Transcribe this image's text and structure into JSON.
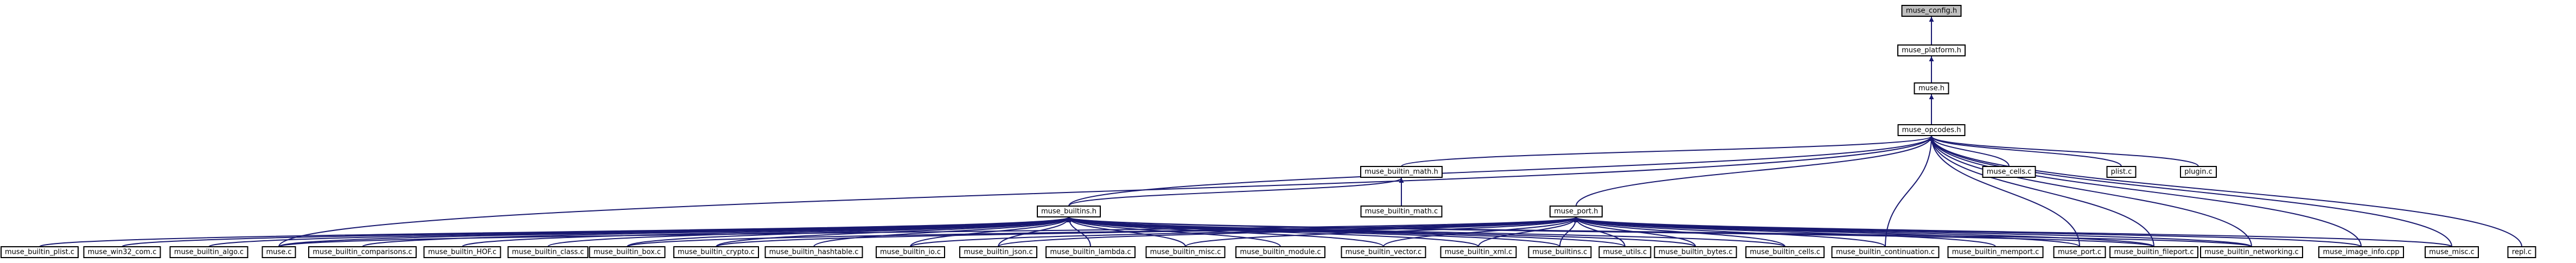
{
  "title": "muse_config.h",
  "colors": {
    "edge": "#191970",
    "root_fill": "#bfbfbf",
    "node_fill": "#ffffff",
    "node_border": "#000000",
    "background": "#ffffff"
  },
  "nodes": [
    {
      "id": "muse_config_h",
      "label": "muse_config.h",
      "root": true
    },
    {
      "id": "muse_platform_h",
      "label": "muse_platform.h"
    },
    {
      "id": "muse_h",
      "label": "muse.h"
    },
    {
      "id": "muse_opcodes_h",
      "label": "muse_opcodes.h"
    },
    {
      "id": "muse_builtin_math_h",
      "label": "muse_builtin_math.h"
    },
    {
      "id": "muse_cells_c",
      "label": "muse_cells.c"
    },
    {
      "id": "plist_c",
      "label": "plist.c"
    },
    {
      "id": "plugin_c",
      "label": "plugin.c"
    },
    {
      "id": "muse_builtins_h",
      "label": "muse_builtins.h"
    },
    {
      "id": "muse_builtin_math_c",
      "label": "muse_builtin_math.c"
    },
    {
      "id": "muse_port_h",
      "label": "muse_port.h"
    },
    {
      "id": "muse_builtin_plist_c",
      "label": "muse_builtin_plist.c"
    },
    {
      "id": "muse_win32_com_c",
      "label": "muse_win32_com.c"
    },
    {
      "id": "muse_builtin_algo_c",
      "label": "muse_builtin_algo.c"
    },
    {
      "id": "muse_c",
      "label": "muse.c"
    },
    {
      "id": "muse_builtin_comparisons_c",
      "label": "muse_builtin_comparisons.c"
    },
    {
      "id": "muse_builtin_hof_c",
      "label": "muse_builtin_HOF.c"
    },
    {
      "id": "muse_builtin_class_c",
      "label": "muse_builtin_class.c"
    },
    {
      "id": "muse_builtin_box_c",
      "label": "muse_builtin_box.c"
    },
    {
      "id": "muse_builtin_crypto_c",
      "label": "muse_builtin_crypto.c"
    },
    {
      "id": "muse_builtin_hashtable_c",
      "label": "muse_builtin_hashtable.c"
    },
    {
      "id": "muse_builtin_io_c",
      "label": "muse_builtin_io.c"
    },
    {
      "id": "muse_builtin_json_c",
      "label": "muse_builtin_json.c"
    },
    {
      "id": "muse_builtin_lambda_c",
      "label": "muse_builtin_lambda.c"
    },
    {
      "id": "muse_builtin_misc_c",
      "label": "muse_builtin_misc.c"
    },
    {
      "id": "muse_builtin_module_c",
      "label": "muse_builtin_module.c"
    },
    {
      "id": "muse_builtin_vector_c",
      "label": "muse_builtin_vector.c"
    },
    {
      "id": "muse_builtin_xml_c",
      "label": "muse_builtin_xml.c"
    },
    {
      "id": "muse_builtins_c",
      "label": "muse_builtins.c"
    },
    {
      "id": "muse_utils_c",
      "label": "muse_utils.c"
    },
    {
      "id": "muse_builtin_bytes_c",
      "label": "muse_builtin_bytes.c"
    },
    {
      "id": "muse_builtin_cells_c",
      "label": "muse_builtin_cells.c"
    },
    {
      "id": "muse_builtin_continuation_c",
      "label": "muse_builtin_continuation.c"
    },
    {
      "id": "muse_builtin_memport_c",
      "label": "muse_builtin_memport.c"
    },
    {
      "id": "muse_port_c",
      "label": "muse_port.c"
    },
    {
      "id": "muse_builtin_fileport_c",
      "label": "muse_builtin_fileport.c"
    },
    {
      "id": "muse_builtin_networking_c",
      "label": "muse_builtin_networking.c"
    },
    {
      "id": "muse_image_info_cpp",
      "label": "muse_image_info.cpp"
    },
    {
      "id": "muse_misc_c",
      "label": "muse_misc.c"
    },
    {
      "id": "repl_c",
      "label": "repl.c"
    }
  ],
  "edges": [
    [
      "muse_platform_h",
      "muse_config_h"
    ],
    [
      "muse_h",
      "muse_platform_h"
    ],
    [
      "muse_opcodes_h",
      "muse_h"
    ],
    [
      "muse_builtin_math_h",
      "muse_opcodes_h"
    ],
    [
      "muse_cells_c",
      "muse_opcodes_h"
    ],
    [
      "plist_c",
      "muse_opcodes_h"
    ],
    [
      "plugin_c",
      "muse_opcodes_h"
    ],
    [
      "muse_builtins_h",
      "muse_opcodes_h"
    ],
    [
      "muse_port_h",
      "muse_opcodes_h"
    ],
    [
      "muse_c",
      "muse_opcodes_h"
    ],
    [
      "muse_builtin_continuation_c",
      "muse_opcodes_h"
    ],
    [
      "muse_builtin_networking_c",
      "muse_opcodes_h"
    ],
    [
      "muse_image_info_cpp",
      "muse_opcodes_h"
    ],
    [
      "muse_misc_c",
      "muse_opcodes_h"
    ],
    [
      "repl_c",
      "muse_opcodes_h"
    ],
    [
      "muse_port_c",
      "muse_opcodes_h"
    ],
    [
      "muse_builtin_fileport_c",
      "muse_opcodes_h"
    ],
    [
      "muse_builtins_h",
      "muse_builtin_math_h"
    ],
    [
      "muse_builtin_math_c",
      "muse_builtin_math_h"
    ],
    [
      "muse_builtin_plist_c",
      "muse_builtins_h"
    ],
    [
      "muse_win32_com_c",
      "muse_builtins_h"
    ],
    [
      "muse_builtin_algo_c",
      "muse_builtins_h"
    ],
    [
      "muse_c",
      "muse_builtins_h"
    ],
    [
      "muse_builtin_comparisons_c",
      "muse_builtins_h"
    ],
    [
      "muse_builtin_hof_c",
      "muse_builtins_h"
    ],
    [
      "muse_builtin_class_c",
      "muse_builtins_h"
    ],
    [
      "muse_builtin_box_c",
      "muse_builtins_h"
    ],
    [
      "muse_builtin_crypto_c",
      "muse_builtins_h"
    ],
    [
      "muse_builtin_hashtable_c",
      "muse_builtins_h"
    ],
    [
      "muse_builtin_io_c",
      "muse_builtins_h"
    ],
    [
      "muse_builtin_json_c",
      "muse_builtins_h"
    ],
    [
      "muse_builtin_lambda_c",
      "muse_builtins_h"
    ],
    [
      "muse_builtin_misc_c",
      "muse_builtins_h"
    ],
    [
      "muse_builtin_module_c",
      "muse_builtins_h"
    ],
    [
      "muse_builtin_vector_c",
      "muse_builtins_h"
    ],
    [
      "muse_builtin_xml_c",
      "muse_builtins_h"
    ],
    [
      "muse_builtins_c",
      "muse_builtins_h"
    ],
    [
      "muse_utils_c",
      "muse_builtins_h"
    ],
    [
      "muse_builtin_bytes_c",
      "muse_builtins_h"
    ],
    [
      "muse_builtin_cells_c",
      "muse_builtins_h"
    ],
    [
      "muse_builtin_networking_c",
      "muse_builtins_h"
    ],
    [
      "muse_builtin_fileport_c",
      "muse_builtins_h"
    ],
    [
      "muse_c",
      "muse_port_h"
    ],
    [
      "muse_builtin_box_c",
      "muse_port_h"
    ],
    [
      "muse_builtin_crypto_c",
      "muse_port_h"
    ],
    [
      "muse_builtin_io_c",
      "muse_port_h"
    ],
    [
      "muse_builtin_json_c",
      "muse_port_h"
    ],
    [
      "muse_builtin_misc_c",
      "muse_port_h"
    ],
    [
      "muse_builtin_vector_c",
      "muse_port_h"
    ],
    [
      "muse_builtin_xml_c",
      "muse_port_h"
    ],
    [
      "muse_builtins_c",
      "muse_port_h"
    ],
    [
      "muse_utils_c",
      "muse_port_h"
    ],
    [
      "muse_builtin_bytes_c",
      "muse_port_h"
    ],
    [
      "muse_builtin_cells_c",
      "muse_port_h"
    ],
    [
      "muse_builtin_continuation_c",
      "muse_port_h"
    ],
    [
      "muse_builtin_memport_c",
      "muse_port_h"
    ],
    [
      "muse_port_c",
      "muse_port_h"
    ],
    [
      "muse_builtin_fileport_c",
      "muse_port_h"
    ],
    [
      "muse_builtin_networking_c",
      "muse_port_h"
    ],
    [
      "muse_image_info_cpp",
      "muse_port_h"
    ],
    [
      "muse_misc_c",
      "muse_port_h"
    ]
  ]
}
